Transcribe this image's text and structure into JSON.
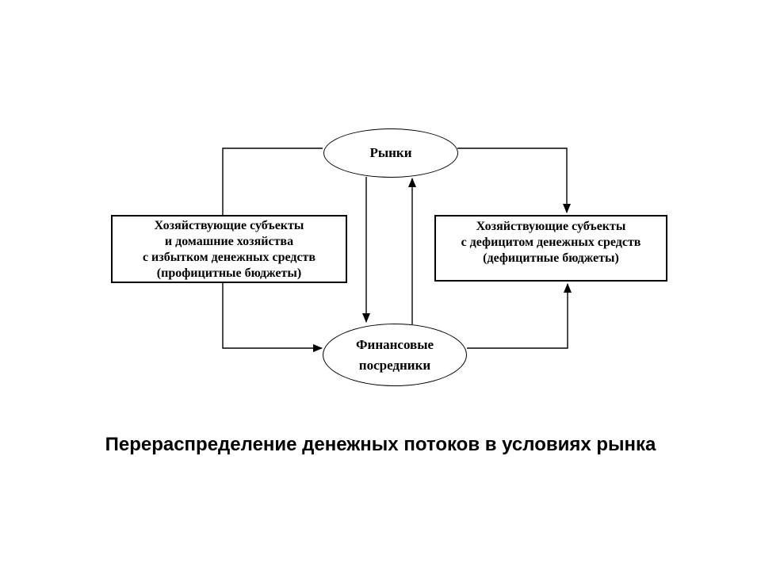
{
  "diagram": {
    "markets": {
      "label": "Рынки"
    },
    "surplus_box": {
      "lines": [
        "Хозяйствующие субъекты",
        "и домашние хозяйства",
        "с избытком денежных средств",
        "(профицитные бюджеты)"
      ]
    },
    "deficit_box": {
      "lines": [
        "Хозяйствующие субъекты",
        "с дефицитом денежных средств",
        "(дефицитные бюджеты)"
      ]
    },
    "intermediaries": {
      "lines": [
        "Финансовые",
        "посредники"
      ]
    },
    "edges": [
      {
        "from": "surplus_box",
        "to": "markets",
        "arrow": "none"
      },
      {
        "from": "markets",
        "to": "deficit_box",
        "arrow": "end"
      },
      {
        "from": "markets",
        "to": "intermediaries",
        "arrow": "end"
      },
      {
        "from": "intermediaries",
        "to": "markets",
        "arrow": "end"
      },
      {
        "from": "surplus_box",
        "to": "intermediaries",
        "arrow": "end"
      },
      {
        "from": "intermediaries",
        "to": "deficit_box",
        "arrow": "end"
      }
    ],
    "colors": {
      "stroke": "#000000",
      "background": "#ffffff",
      "text": "#000000"
    }
  },
  "caption": {
    "text": "Перераспределение денежных потоков в условиях рынка"
  }
}
